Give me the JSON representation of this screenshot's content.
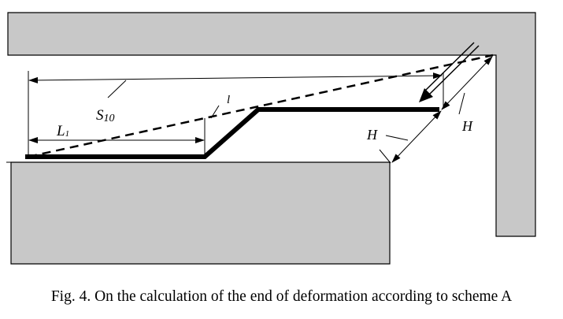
{
  "labels": {
    "s10": "S",
    "s10_sub": "10",
    "l1": "L",
    "l1_sub": "1",
    "l": "l",
    "h_outer": "H",
    "h_inner": "H"
  },
  "caption": "Fig. 4. On the calculation of the end of deformation according to scheme A",
  "colors": {
    "fill": "#c8c8c8",
    "stroke": "#000000"
  }
}
